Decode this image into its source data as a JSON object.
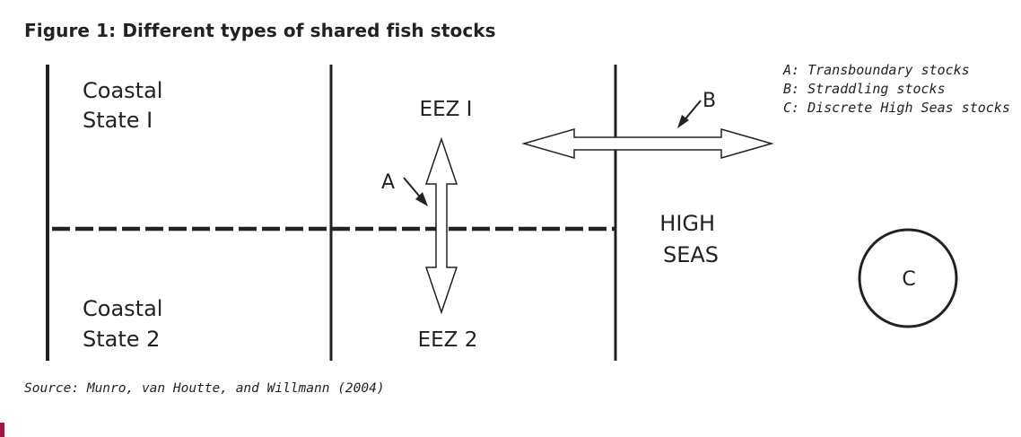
{
  "figure": {
    "title": "Figure 1: Different types of shared fish stocks",
    "source": "Source: Munro, van Houtte, and Willmann (2004)"
  },
  "regions": {
    "coastal_state_1": [
      "Coastal",
      "State I"
    ],
    "coastal_state_2": [
      "Coastal",
      "State 2"
    ],
    "eez_1": "EEZ I",
    "eez_2": "EEZ 2",
    "high_seas": [
      "HIGH",
      "SEAS"
    ]
  },
  "markers": {
    "a": "A",
    "b": "B",
    "c": "C"
  },
  "legend": [
    "A: Transboundary stocks",
    "B: Straddling stocks",
    "C: Discrete High Seas stocks"
  ],
  "colors": {
    "ink": "#222222",
    "accent": "#a3184a"
  }
}
